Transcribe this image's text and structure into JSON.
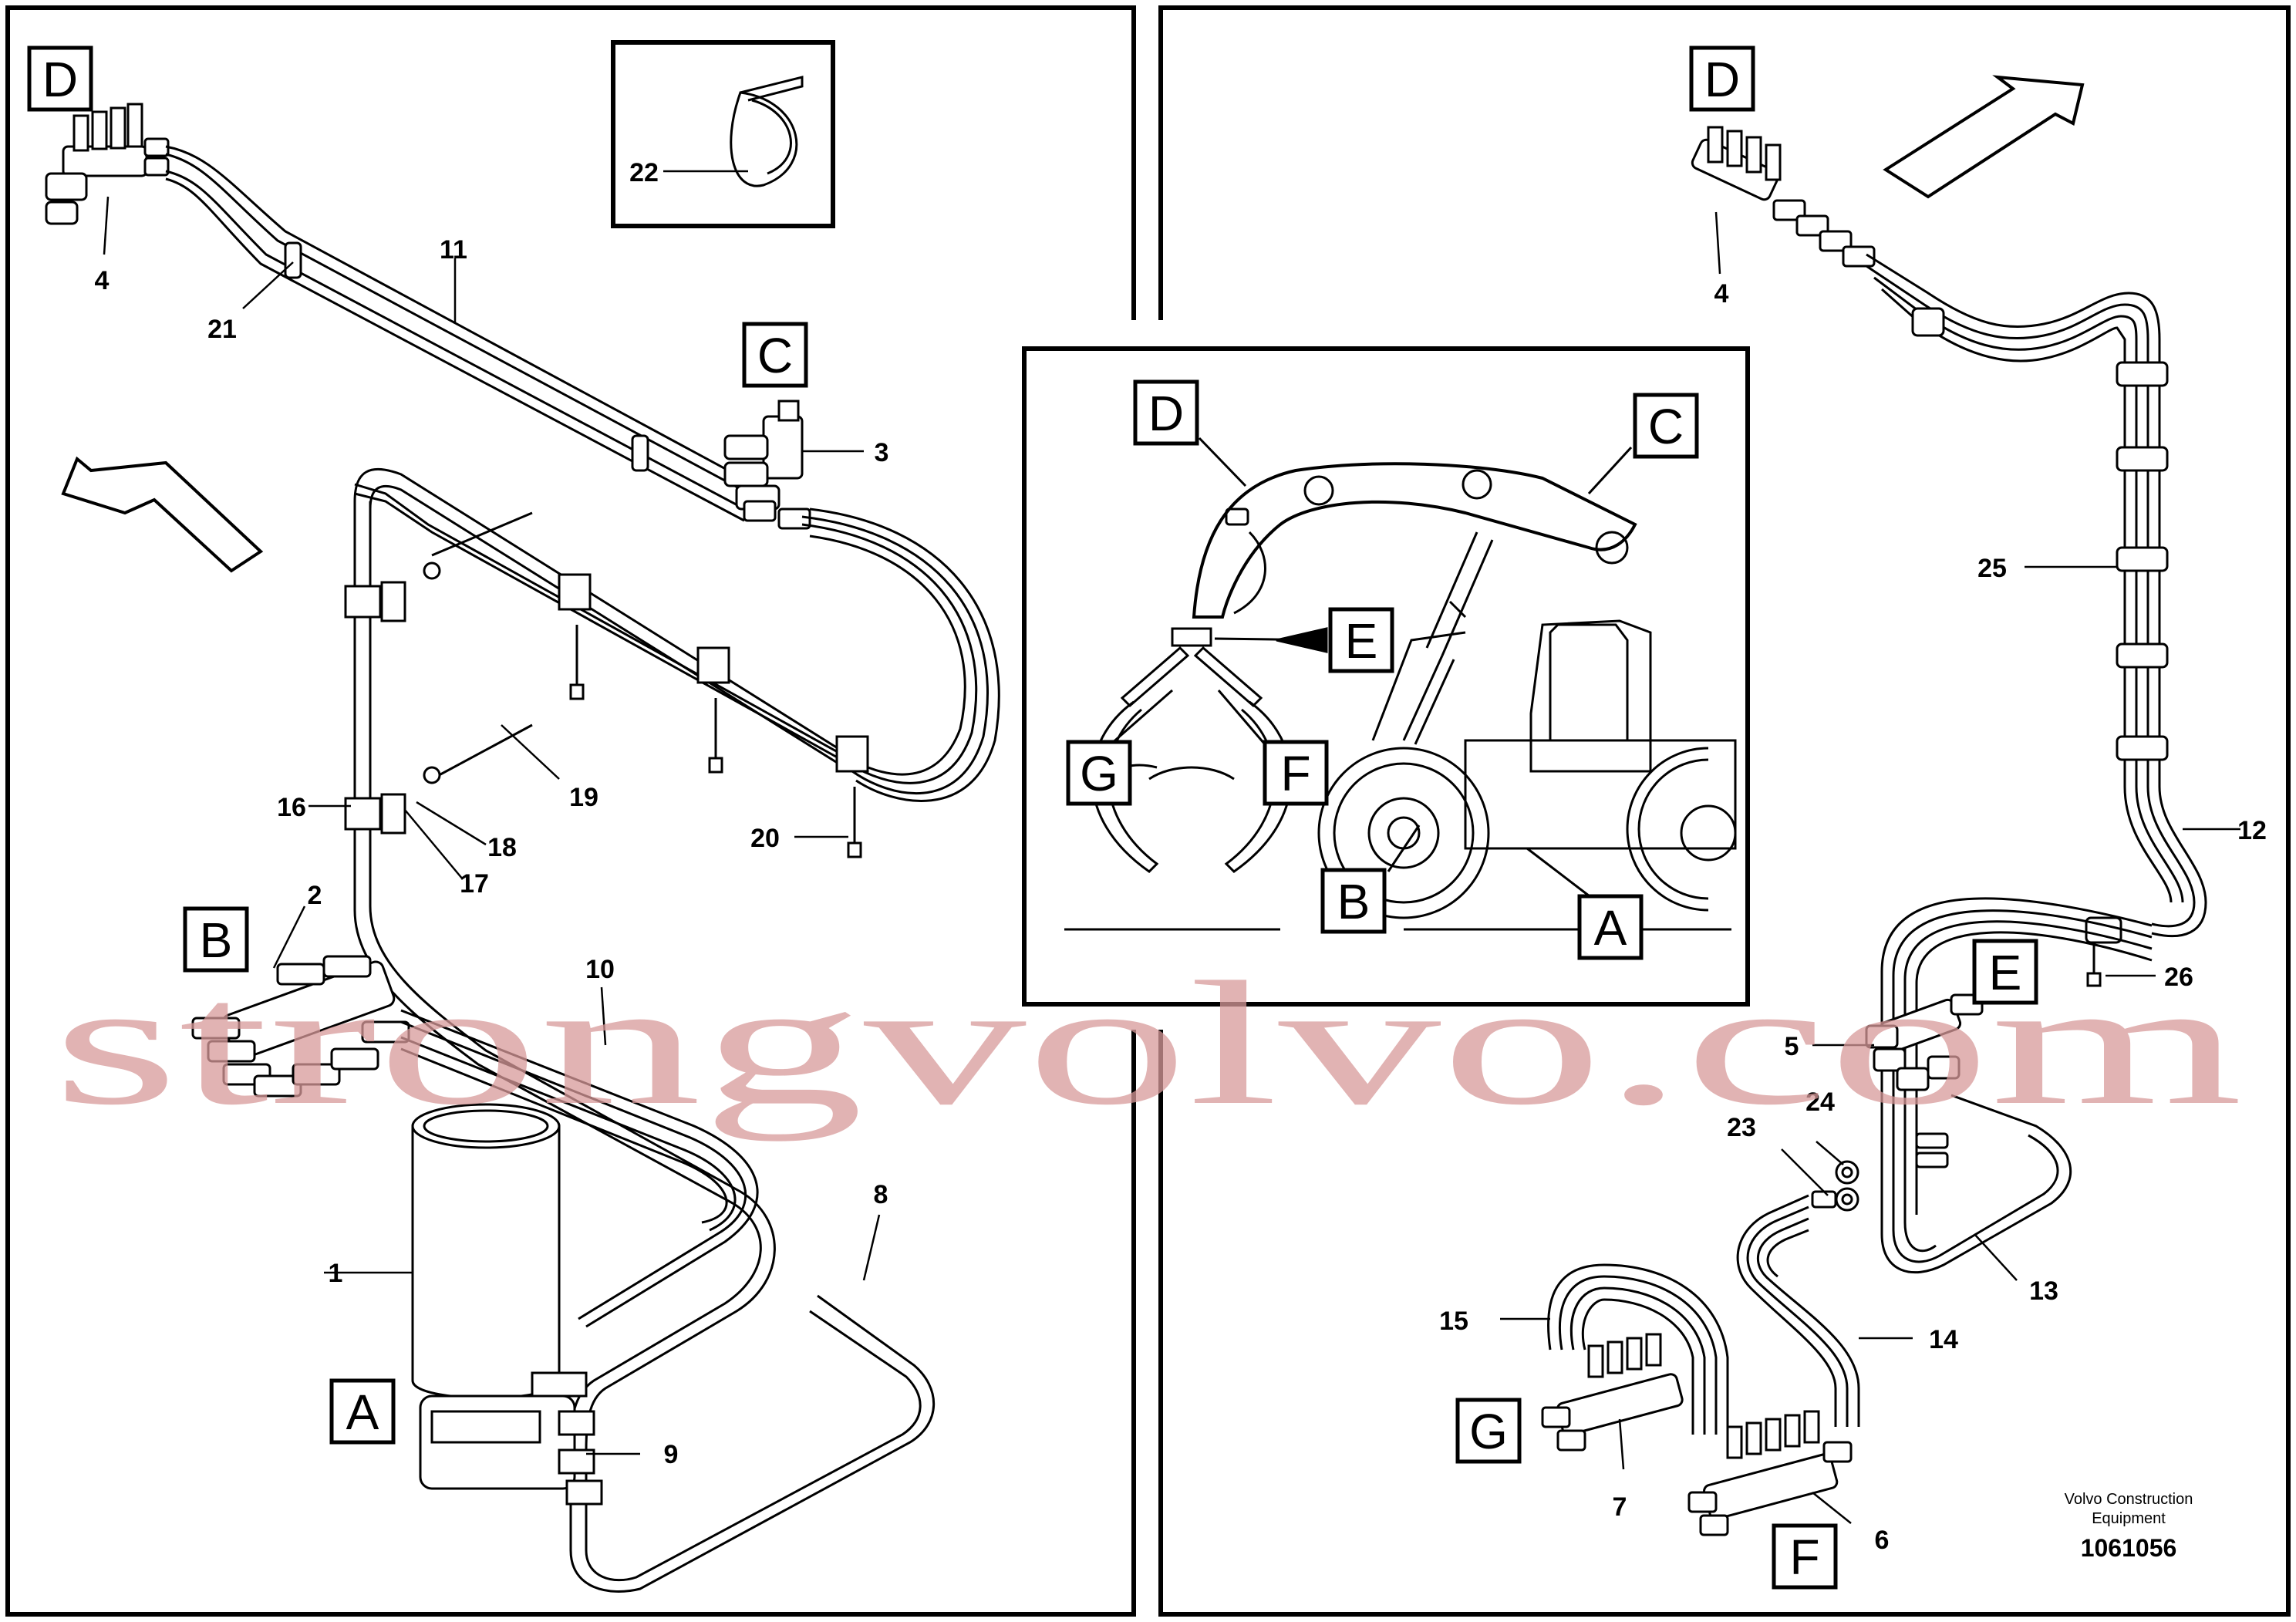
{
  "watermark": "strongvolvo.com",
  "footer": {
    "brand_line1": "Volvo Construction",
    "brand_line2": "Equipment",
    "doc_number": "1061056"
  },
  "left_panel": {
    "box_labels": {
      "D": "D",
      "C": "C",
      "B": "B",
      "A": "A"
    },
    "part_labels": {
      "p1": "1",
      "p2": "2",
      "p3": "3",
      "p4": "4",
      "p8": "8",
      "p9": "9",
      "p10": "10",
      "p11": "11",
      "p16": "16",
      "p17": "17",
      "p18": "18",
      "p19": "19",
      "p20": "20",
      "p21": "21",
      "p22": "22"
    }
  },
  "center_panel": {
    "box_labels": {
      "D": "D",
      "C": "C",
      "E": "E",
      "G": "G",
      "F": "F",
      "B": "B",
      "A": "A"
    }
  },
  "right_panel": {
    "box_labels": {
      "D": "D",
      "E": "E",
      "G": "G",
      "F": "F"
    },
    "part_labels": {
      "p4": "4",
      "p5": "5",
      "p6": "6",
      "p7": "7",
      "p12": "12",
      "p13": "13",
      "p14": "14",
      "p15": "15",
      "p23": "23",
      "p24": "24",
      "p25": "25",
      "p26": "26"
    }
  }
}
